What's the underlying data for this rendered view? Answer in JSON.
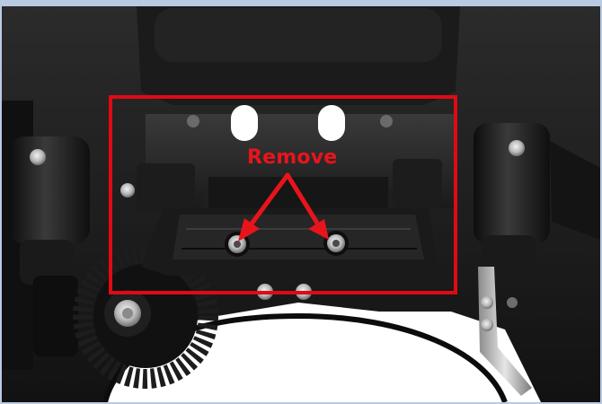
{
  "annotation": {
    "label": "Remove",
    "color": "#e8141c",
    "box_color": "#e00a14"
  },
  "photo": {
    "subject_parts": [
      "screw-left",
      "screw-right",
      "mount-bracket",
      "side-post-left",
      "side-post-right",
      "bevel-gear",
      "lever-arm"
    ],
    "colors": {
      "metal_dark": "#151515",
      "metal_mid": "#2a2a2a",
      "screw_silver": "#c9c9c9",
      "background": "#ffffff",
      "frame_border": "#b9cbe3"
    }
  }
}
